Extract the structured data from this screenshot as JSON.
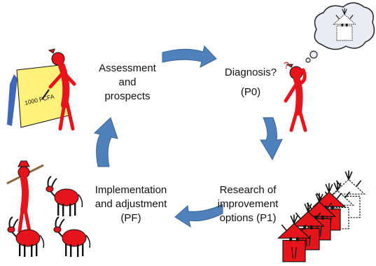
{
  "steps": {
    "assessment": {
      "lines": [
        "Assessment",
        "and",
        "prospects"
      ]
    },
    "diagnosis": {
      "lines": [
        "Diagnosis?",
        "(P0)"
      ]
    },
    "research": {
      "lines": [
        "Research of",
        "improvement",
        "options (P1)"
      ]
    },
    "implementation": {
      "lines": [
        "Implementation",
        "and adjustment",
        "(PF)"
      ]
    }
  },
  "sign_text": "1000 FCFA",
  "thinker_mark": "?",
  "colors": {
    "arrow_fill": "#4f81bd",
    "arrow_stroke": "#3a6491",
    "figure_red": "#e8141b",
    "sign_yellow": "#fff27a",
    "sign_post_blue": "#3f66b8"
  }
}
